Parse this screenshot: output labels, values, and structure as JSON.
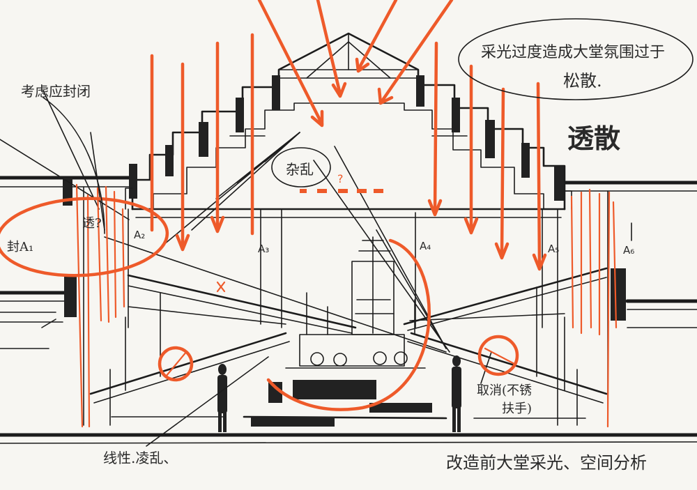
{
  "annotations": {
    "top_note_line1": "采光过度造成大堂氛围过于",
    "top_note_line2": "松散.",
    "bold_tag": "透散",
    "left_note": "考虑应封闭",
    "center_note": "杂乱",
    "chaos_note": "?",
    "left_ellipse_note": "封A₁",
    "left_q": "透?",
    "remove_note_line1": "取消(不锈",
    "remove_note_line2": "扶手)",
    "bottom_left_note": "线性.凌乱、",
    "bottom_right_note": "改造前大堂采光、空间分析"
  },
  "axis_labels": [
    "A₂",
    "A₃",
    "A₄",
    "A₅",
    "A₆"
  ],
  "colors": {
    "ink": "#1c1c1c",
    "marker_red": "#ee5a2a",
    "paper": "#f7f6f2"
  }
}
